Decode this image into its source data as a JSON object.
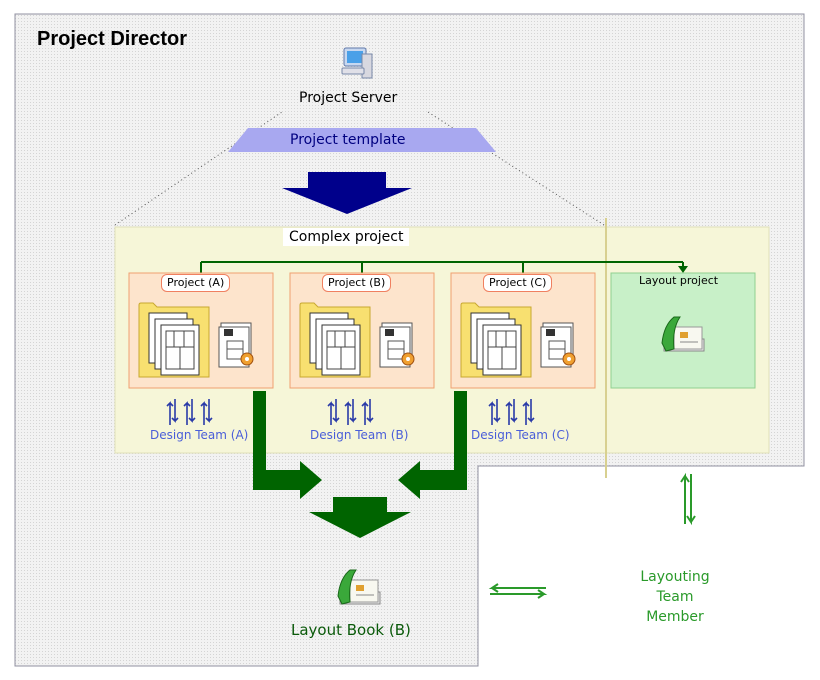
{
  "title": "Project Director",
  "server": {
    "label": "Project Server",
    "icon": "computer-icon"
  },
  "template": {
    "label": "Project template"
  },
  "complex_project": {
    "label": "Complex project"
  },
  "projects": [
    {
      "tab": "Project (A)",
      "team": "Design Team (A)"
    },
    {
      "tab": "Project (B)",
      "team": "Design Team (B)"
    },
    {
      "tab": "Project (C)",
      "team": "Design Team (C)"
    }
  ],
  "layout_project": {
    "label": "Layout project",
    "icon": "layout-book-icon"
  },
  "layout_book": {
    "label": "Layout Book (B)",
    "icon": "layout-book-icon"
  },
  "layout_member": {
    "label": "Layouting Team Member"
  },
  "colors": {
    "dark_blue": "#00008b",
    "template_band": "#a8a8f0",
    "complex_bg": "#f6f6d8",
    "project_bg": "#fde4cc",
    "layout_bg": "#c8f0c8",
    "dark_green": "#006400",
    "team_blue": "#4a5ed8",
    "folder_yellow": "#f8e070"
  }
}
